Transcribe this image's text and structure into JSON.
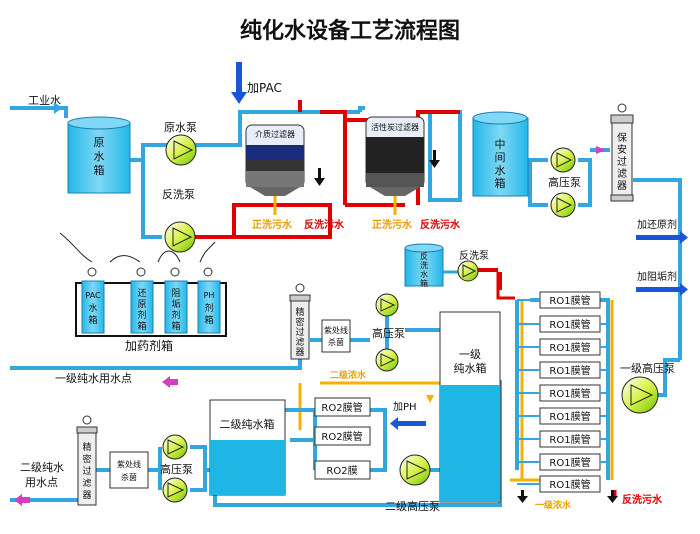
{
  "title": "纯化水设备工艺流程图",
  "labels": {
    "gongyeshui": "工业水",
    "yuanshuixiang": [
      "原",
      "水",
      "箱"
    ],
    "yuanshuibeng": "原水泵",
    "fanxibeng": "反洗泵",
    "jiapac": "加PAC",
    "jiezhi": "介质过滤器",
    "huoxingtan": "活性炭过滤器",
    "zhengxi1": "正洗污水",
    "fanxi1": "反洗污水",
    "zhengxi2": "正洗污水",
    "fanxi2": "反洗污水",
    "zhongjian": [
      "中",
      "间",
      "水",
      "箱"
    ],
    "gaoya1": "高压泵",
    "baoan": [
      "保",
      "安",
      "过",
      "滤",
      "器"
    ],
    "jiahuanyuan": "加还原剂",
    "jiazugou": "加阻垢剂",
    "fanxishuixiang": [
      "反",
      "洗",
      "水",
      "箱"
    ],
    "fanxibeng2": "反洗泵",
    "dosing_tanks": [
      [
        "PAC",
        "水",
        "箱"
      ],
      [
        "还",
        "原",
        "剂",
        "箱"
      ],
      [
        "阻",
        "垢",
        "剂",
        "箱"
      ],
      [
        "PH",
        "剂",
        "箱"
      ]
    ],
    "jiayaoji": "加药剂箱",
    "jingmi1": [
      "精",
      "密",
      "过",
      "滤",
      "器"
    ],
    "ziwai1": [
      "紫处线",
      "杀菌"
    ],
    "gaoya2": "高压泵",
    "yiji": [
      "一级",
      "纯水箱"
    ],
    "yijiyongshui": "一级纯水用水点",
    "erjinongshui": "二级浓水",
    "jiaph": "加PH",
    "ro2": [
      "RO2膜管",
      "RO2膜管",
      "RO2膜"
    ],
    "erjichunshui": "二级纯水箱",
    "erjigaoya": "二级高压泵",
    "jingmi2": [
      "精",
      "密",
      "过",
      "滤",
      "器"
    ],
    "ziwai2": [
      "紫处线",
      "杀菌"
    ],
    "gaoya3": "高压泵",
    "erjiyongshui": [
      "二级纯水",
      "用水点"
    ],
    "ro1": [
      "RO1膜管",
      "RO1膜管",
      "RO1膜管",
      "RO1膜管",
      "RO1膜管",
      "RO1膜管",
      "RO1膜管",
      "RO1膜管",
      "RO1膜管"
    ],
    "yijigaoya": "一级高压泵",
    "yijinongshui": "一级浓水",
    "fanxiwushui": "反洗污水"
  },
  "colors": {
    "water": "#33a6df",
    "red_pipe": "#e00000",
    "orange_pipe": "#f5b000",
    "tank": "#1fb6e6",
    "blue_arrow": "#1a55d6",
    "magenta": "#d040c0"
  }
}
